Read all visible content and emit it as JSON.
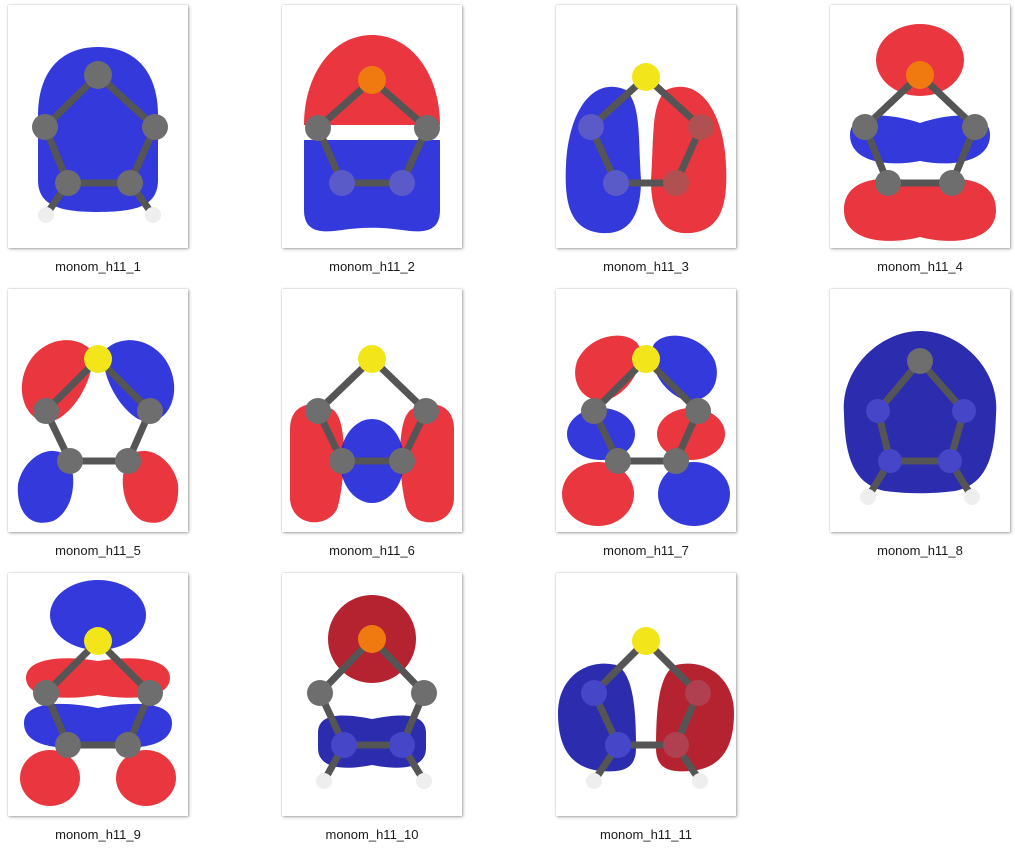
{
  "items": [
    {
      "label": "monom_h11_1"
    },
    {
      "label": "monom_h11_2"
    },
    {
      "label": "monom_h11_3"
    },
    {
      "label": "monom_h11_4"
    },
    {
      "label": "monom_h11_5"
    },
    {
      "label": "monom_h11_6"
    },
    {
      "label": "monom_h11_7"
    },
    {
      "label": "monom_h11_8"
    },
    {
      "label": "monom_h11_9"
    },
    {
      "label": "monom_h11_10"
    },
    {
      "label": "monom_h11_11"
    }
  ],
  "colors": {
    "lobe_red": "#e8202a",
    "lobe_blue": "#1e24d8",
    "lobe_dark_red": "#b0101e",
    "lobe_dark_blue": "#1a1aa8",
    "sulfur": "#f2e61a",
    "carbon": "#6e6e6e",
    "hydrogen": "#f2f2f2"
  }
}
